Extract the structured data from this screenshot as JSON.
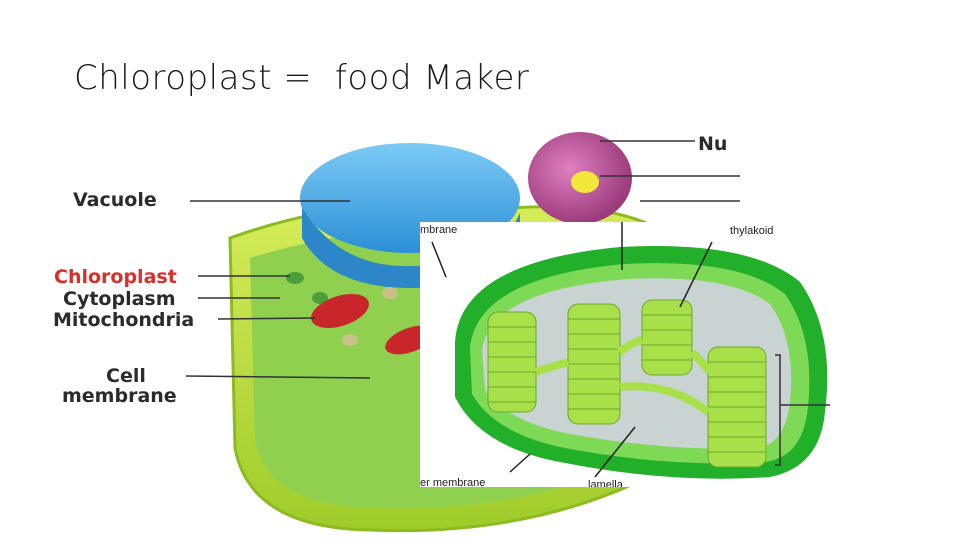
{
  "slide": {
    "title": "Chloroplast =  food Maker"
  },
  "cell_diagram": {
    "labels": {
      "vacuole": "Vacuole",
      "chloroplast": "Chloroplast",
      "cytoplasm": "Cytoplasm",
      "mitochondria": "Mitochondria",
      "cell_membrane_line1": "Cell",
      "cell_membrane_line2": "membrane",
      "nucleus_partial": "Nu"
    },
    "colors": {
      "label_dark": "#2b2b2b",
      "label_highlight": "#d9302a",
      "vacuole": "#3fa9e8",
      "cytoplasm": "#8fd14f",
      "cell_wall": "#b8dc3a",
      "nucleus": "#c85a9c",
      "mitochondria": "#c8262b"
    }
  },
  "chloroplast_diagram": {
    "labels": {
      "membrane_top": "mbrane",
      "thylakoid": "thylakoid",
      "outer_membrane": "er membrane",
      "lamella": "lamella"
    },
    "colors": {
      "outer": "#22b02a",
      "inner": "#7ed957",
      "stroma": "#c9d3d1",
      "granum": "#a8e04a"
    }
  }
}
